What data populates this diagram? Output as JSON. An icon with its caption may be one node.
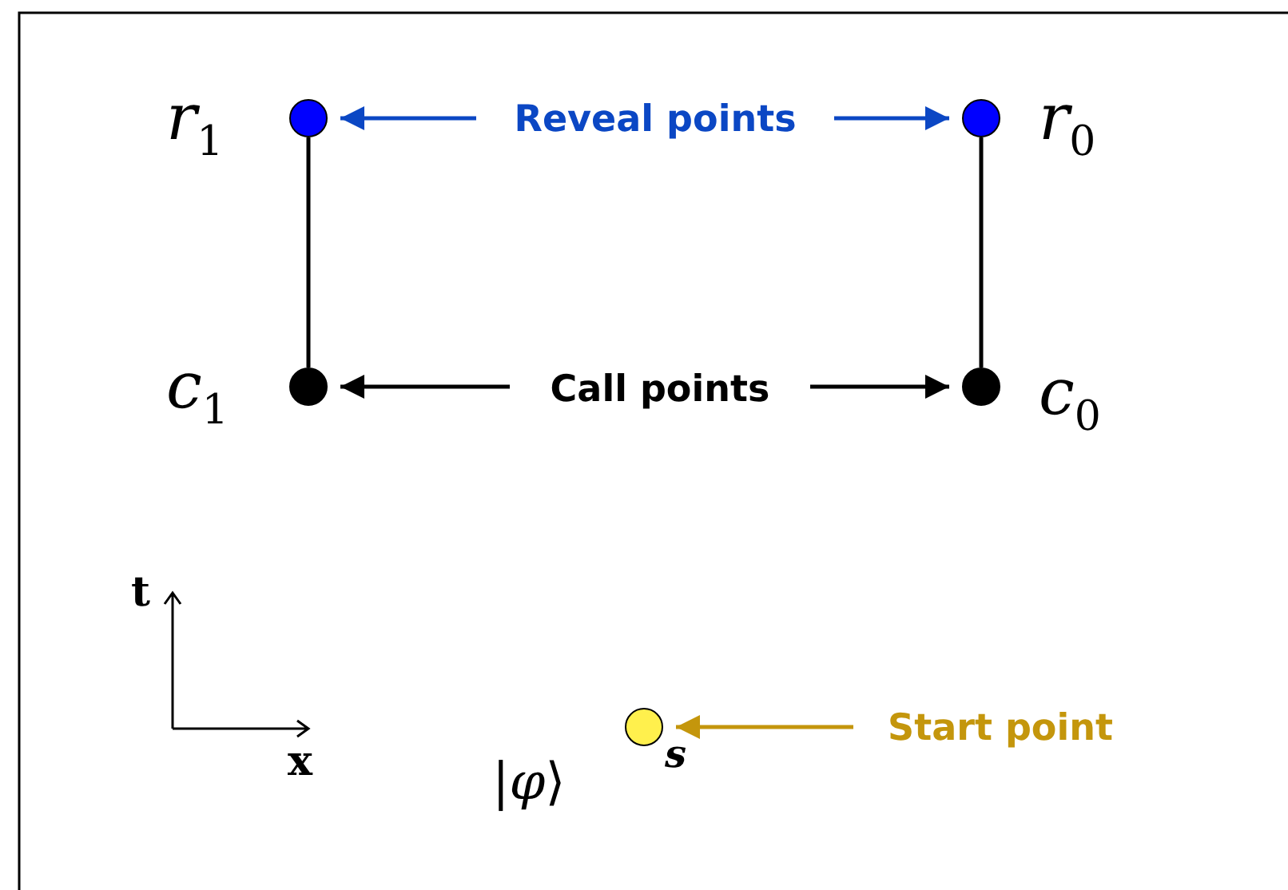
{
  "diagram": {
    "nodes": [
      {
        "text": [],
        "shape": "circle",
        "beside": [
          "*r*$_{1}$"
        ]
      },
      {
        "text": [],
        "shape": "circle",
        "beside": [
          "*r*$_{0}$"
        ]
      },
      {
        "text": [],
        "shape": "circle",
        "beside": [
          "*c*$_{1}$"
        ]
      },
      {
        "text": [],
        "shape": "circle",
        "beside": [
          "*c*$_{0}$"
        ]
      },
      {
        "text": [
          "Reveal points"
        ]
      },
      {
        "text": [
          "Call points"
        ]
      },
      {
        "text": [],
        "shape": "circle",
        "beside": [
          "s"
        ]
      },
      {
        "text": [
          "Start point"
        ]
      }
    ],
    "edges": [
      {
        "from": 0,
        "to": 2,
        "arrow": "none"
      },
      {
        "from": 1,
        "to": 3,
        "arrow": "none"
      },
      {
        "from": 4,
        "to": 0,
        "arrow": "to",
        "color": "#0b47c4"
      },
      {
        "from": 4,
        "to": 1,
        "arrow": "to",
        "color": "#0b47c4"
      },
      {
        "from": 5,
        "to": 2,
        "arrow": "to"
      },
      {
        "from": 5,
        "to": 3,
        "arrow": "to"
      },
      {
        "from": 7,
        "to": 6,
        "arrow": "to",
        "color": "#c4960c"
      }
    ],
    "labels": [
      "t",
      "x",
      "|*φ*⟩"
    ]
  }
}
